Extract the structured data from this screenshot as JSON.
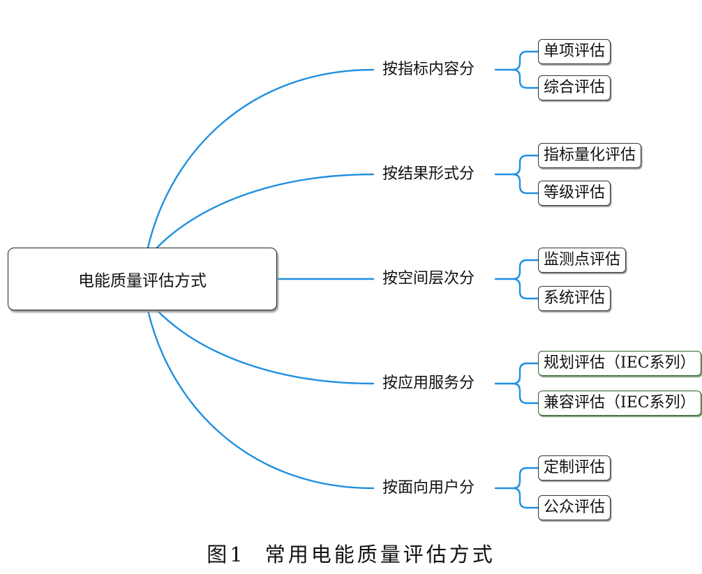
{
  "root": {
    "label": "电能质量评估方式"
  },
  "branches": [
    {
      "label": "按指标内容分",
      "children": [
        "单项评估",
        "综合评估"
      ]
    },
    {
      "label": "按结果形式分",
      "children": [
        "指标量化评估",
        "等级评估"
      ]
    },
    {
      "label": "按空间层次分",
      "children": [
        "监测点评估",
        "系统评估"
      ]
    },
    {
      "label": "按应用服务分",
      "children": [
        "规划评估（IEC系列）",
        "兼容评估（IEC系列）"
      ]
    },
    {
      "label": "按面向用户分",
      "children": [
        "定制评估",
        "公众评估"
      ]
    }
  ],
  "caption": {
    "number": "图1",
    "title": "常用电能质量评估方式"
  },
  "colors": {
    "link": "#1f8fe0",
    "box_border": "#222222",
    "green_box_border": "#2e5f2e"
  }
}
